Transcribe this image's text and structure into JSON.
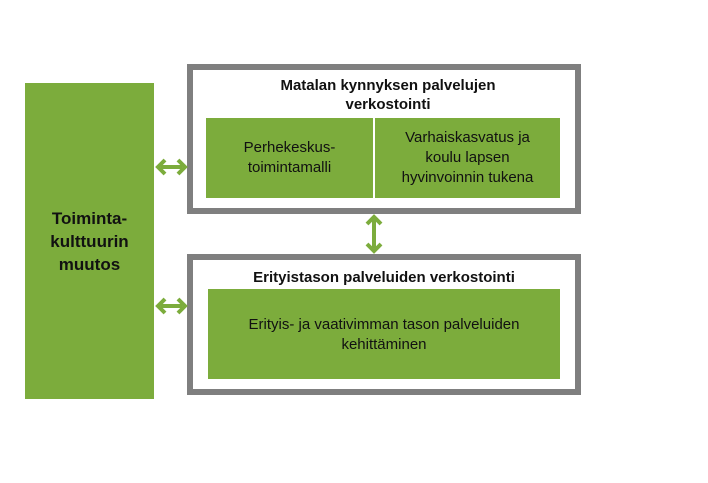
{
  "culture_box": {
    "label": "Toiminta-\nkulttuurin\nmuutos"
  },
  "low_threshold": {
    "title": "Matalan kynnyksen palvelujen\nverkostointi",
    "boxes": [
      "Perhekeskus-\ntoimintamalli",
      "Varhaiskasvatus ja\nkoulu lapsen\nhyvinvoinnin tukena"
    ]
  },
  "special_level": {
    "title": "Erityistason palveluiden verkostointi",
    "box": "Erityis- ja vaativimman tason palveluiden\nkehittäminen"
  },
  "colors": {
    "green": "#7cac3c",
    "frame_gray": "#7f7f7f",
    "text": "#111111"
  }
}
